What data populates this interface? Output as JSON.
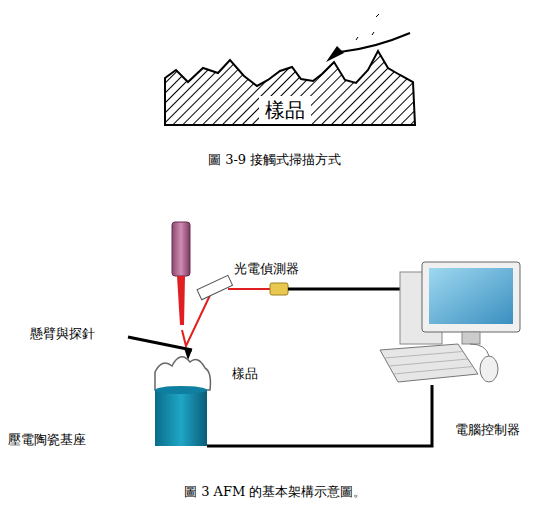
{
  "diagram": {
    "caption": "圖 3  AFM 的基本架構示意圖。",
    "nodes": [
      {
        "text": [
          "樣品"
        ]
      }
    ],
    "labels": [
      "圖 3-9 接觸式掃描方式",
      "光電偵測器",
      "懸臂與探針",
      "樣品",
      "壓電陶瓷基座",
      "電腦控制器"
    ]
  }
}
